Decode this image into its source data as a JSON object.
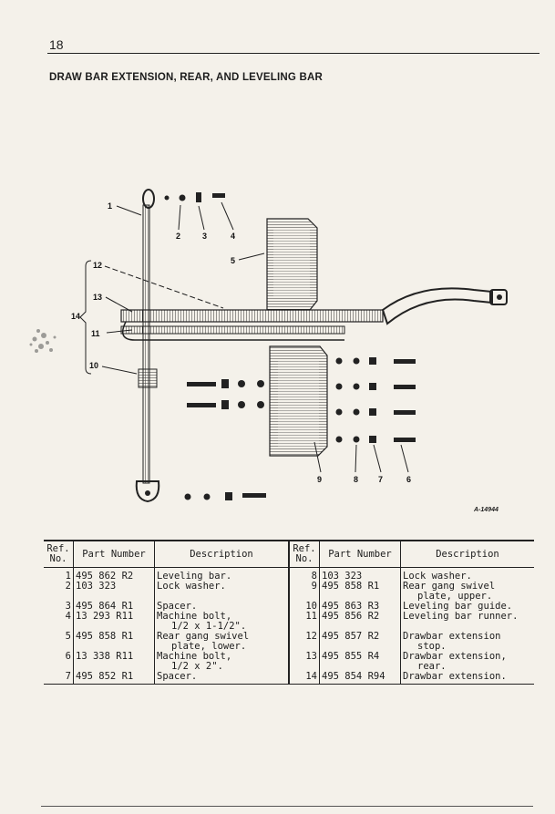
{
  "page": {
    "number": "18",
    "title": "DRAW BAR EXTENSION, REAR, AND LEVELING BAR",
    "figure_id": "A-14944"
  },
  "callouts": [
    "1",
    "2",
    "3",
    "4",
    "5",
    "6",
    "7",
    "8",
    "9",
    "10",
    "11",
    "12",
    "13",
    "14"
  ],
  "table": {
    "headers": {
      "ref": "Ref. No.",
      "part": "Part Number",
      "desc": "Description"
    },
    "left": [
      {
        "ref": "1",
        "part": "495 862 R2",
        "desc": "Leveling bar.",
        "desc2": ""
      },
      {
        "ref": "2",
        "part": "103 323",
        "desc": "Lock washer.",
        "desc2": ""
      },
      {
        "ref": "3",
        "part": "495 864 R1",
        "desc": "Spacer.",
        "desc2": ""
      },
      {
        "ref": "4",
        "part": "13 293 R11",
        "desc": "Machine bolt,",
        "desc2": "1/2 x 1-1/2\"."
      },
      {
        "ref": "5",
        "part": "495 858 R1",
        "desc": "Rear gang swivel",
        "desc2": "plate, lower."
      },
      {
        "ref": "6",
        "part": "13 338 R11",
        "desc": "Machine bolt,",
        "desc2": "1/2 x 2\"."
      },
      {
        "ref": "7",
        "part": "495 852 R1",
        "desc": "Spacer.",
        "desc2": ""
      }
    ],
    "right": [
      {
        "ref": "8",
        "part": "103 323",
        "desc": "Lock washer.",
        "desc2": ""
      },
      {
        "ref": "9",
        "part": "495 858 R1",
        "desc": "Rear gang swivel",
        "desc2": "plate, upper."
      },
      {
        "ref": "10",
        "part": "495 863 R3",
        "desc": "Leveling bar guide.",
        "desc2": ""
      },
      {
        "ref": "11",
        "part": "495 856 R2",
        "desc": "Leveling bar runner.",
        "desc2": ""
      },
      {
        "ref": "12",
        "part": "495 857 R2",
        "desc": "Drawbar extension",
        "desc2": "stop."
      },
      {
        "ref": "13",
        "part": "495 855 R4",
        "desc": "Drawbar extension,",
        "desc2": "rear."
      },
      {
        "ref": "14",
        "part": "495 854 R94",
        "desc": "Drawbar extension.",
        "desc2": ""
      }
    ]
  }
}
